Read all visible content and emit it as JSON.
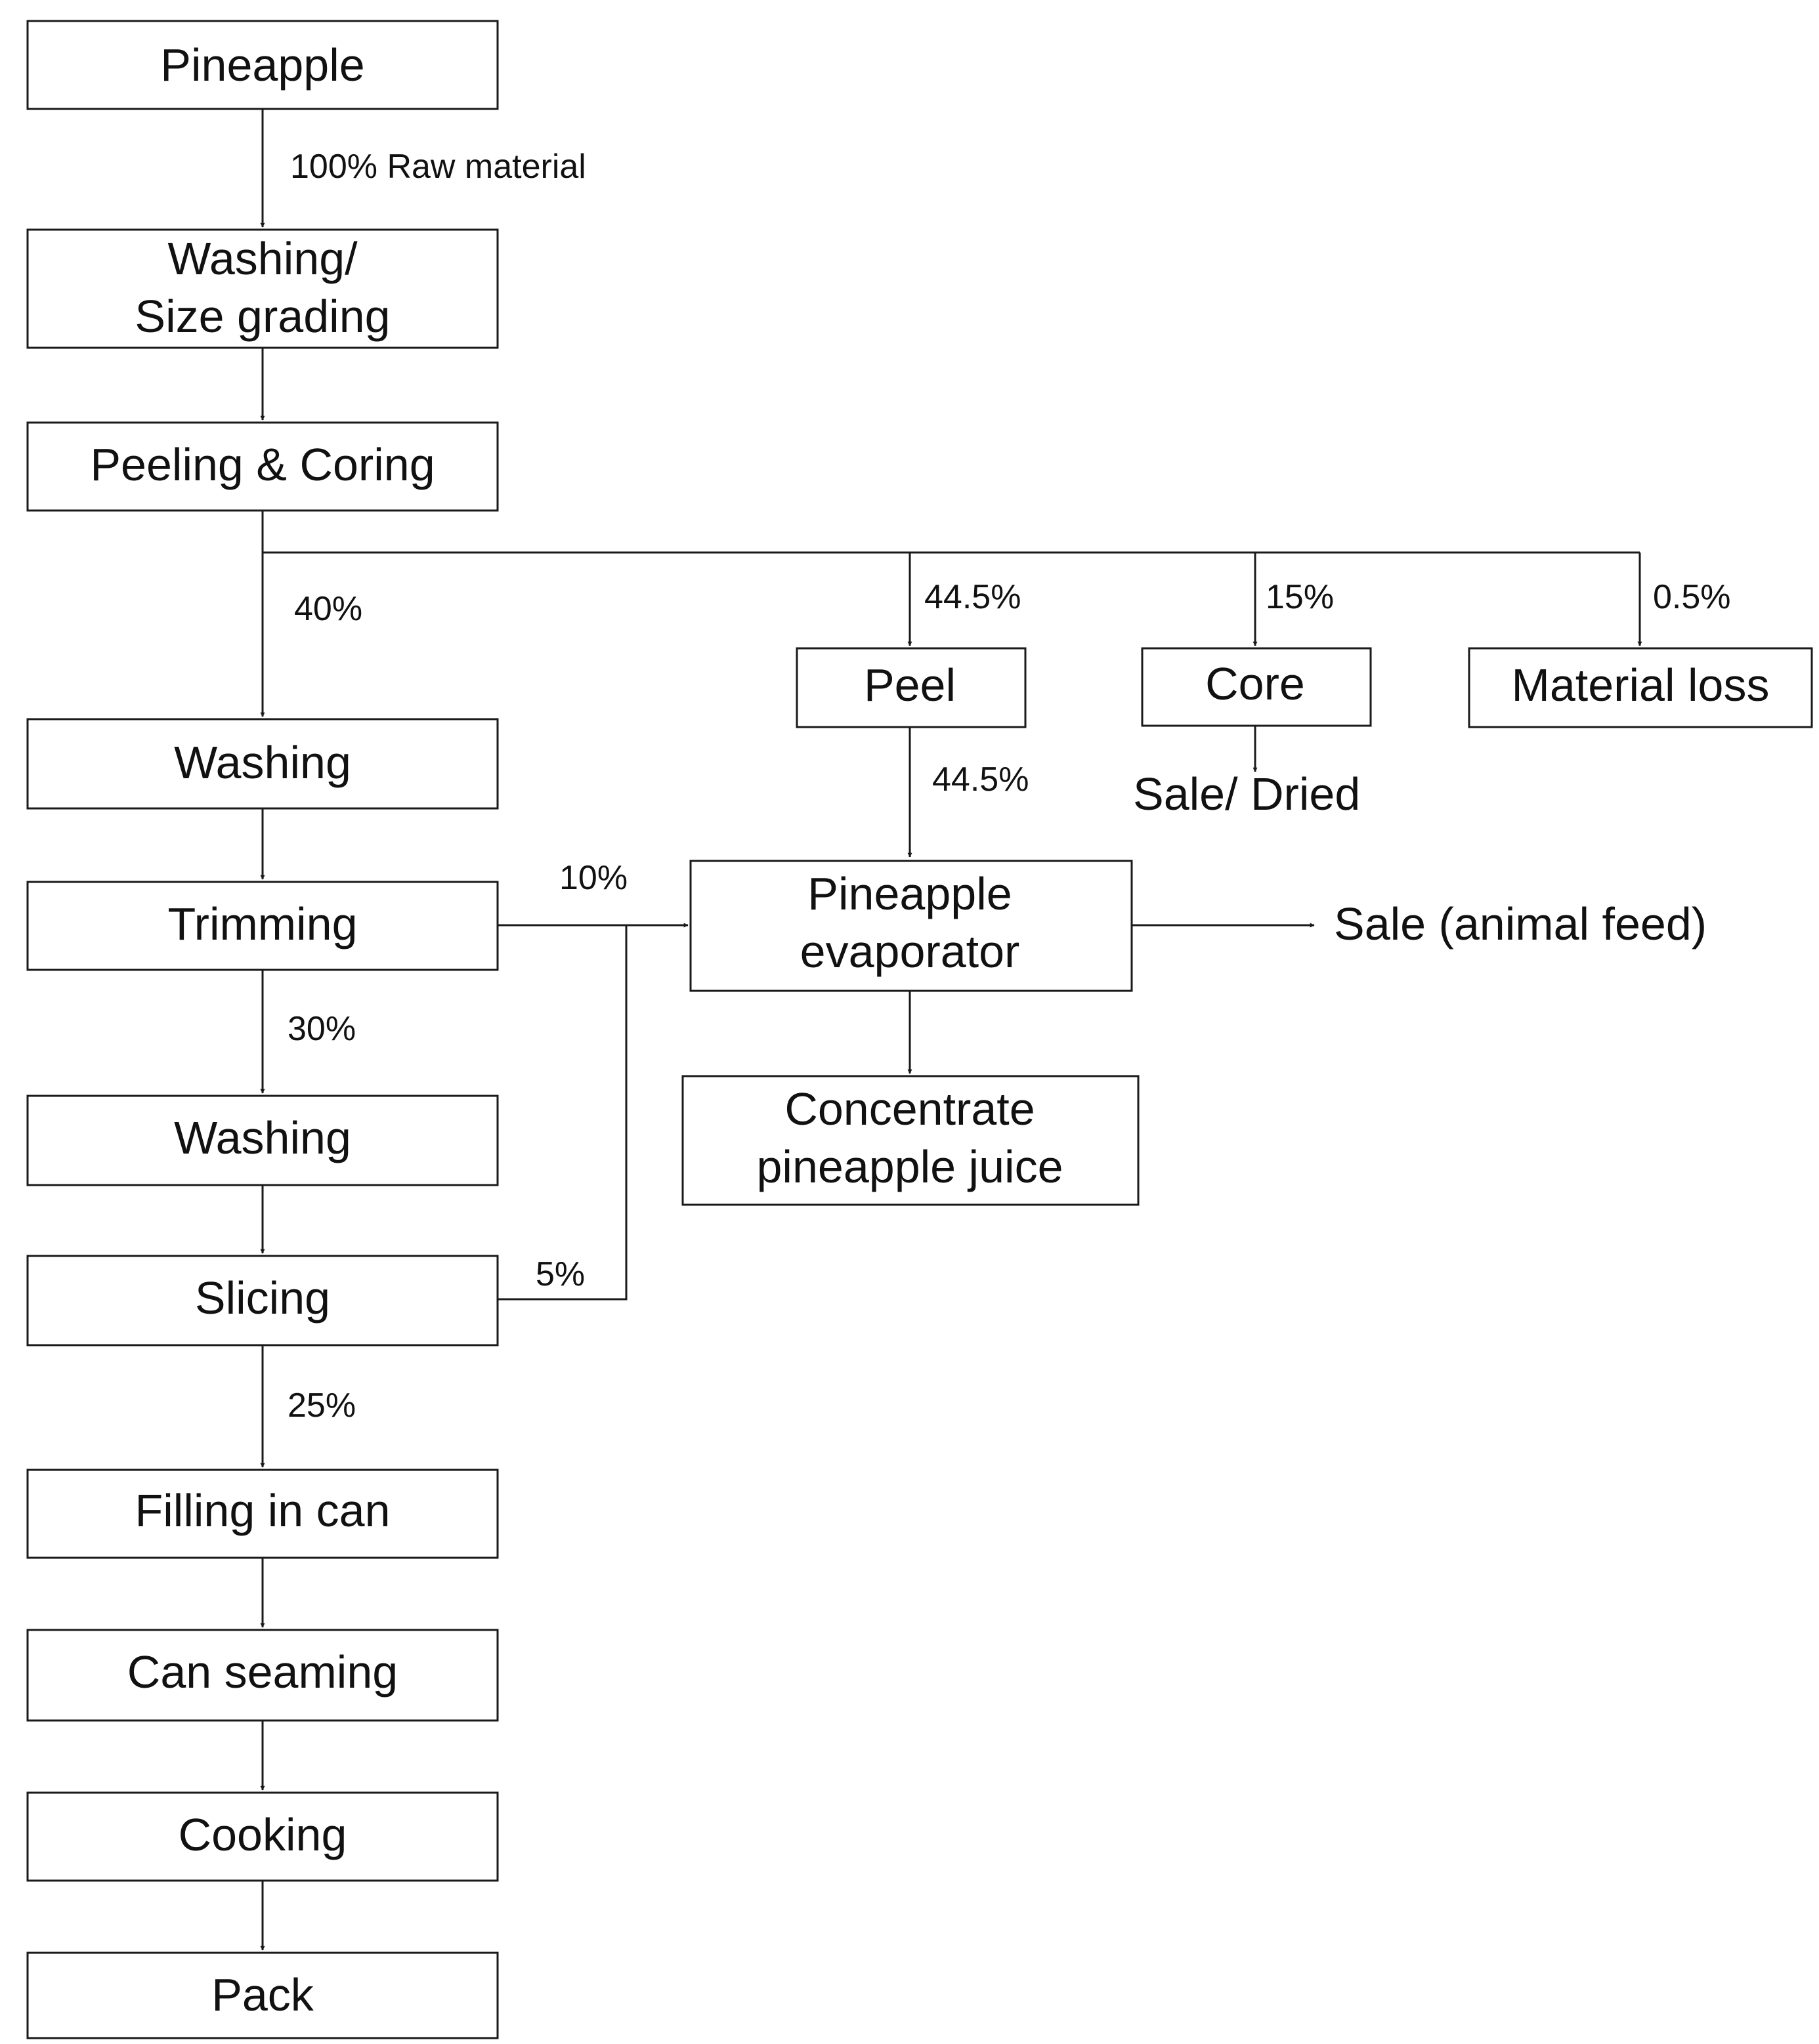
{
  "boxes": {
    "pineapple": "Pineapple",
    "washing_size_grading": [
      "Washing/",
      "Size grading"
    ],
    "peeling_coring": "Peeling & Coring",
    "washing_1": "Washing",
    "trimming": "Trimming",
    "washing_2": "Washing",
    "slicing": "Slicing",
    "filling_in_can": "Filling in can",
    "can_seaming": "Can seaming",
    "cooking": "Cooking",
    "pack": "Pack",
    "peel": "Peel",
    "core": "Core",
    "material_loss": "Material loss",
    "pineapple_evaporator": [
      "Pineapple",
      "evaporator"
    ],
    "concentrate_juice": [
      "Concentrate",
      "pineapple juice"
    ]
  },
  "outputs": {
    "sale_dried": "Sale/ Dried",
    "sale_animal_feed": "Sale (animal feed)"
  },
  "flows": {
    "raw_material": "100% Raw material",
    "to_washing": "40%",
    "to_peel": "44.5%",
    "to_core": "15%",
    "to_loss": "0.5%",
    "peel_to_evaporator": "44.5%",
    "trimming_to_evaporator": "10%",
    "to_washing_2": "30%",
    "slicing_to_evaporator": "5%",
    "to_filling": "25%"
  }
}
